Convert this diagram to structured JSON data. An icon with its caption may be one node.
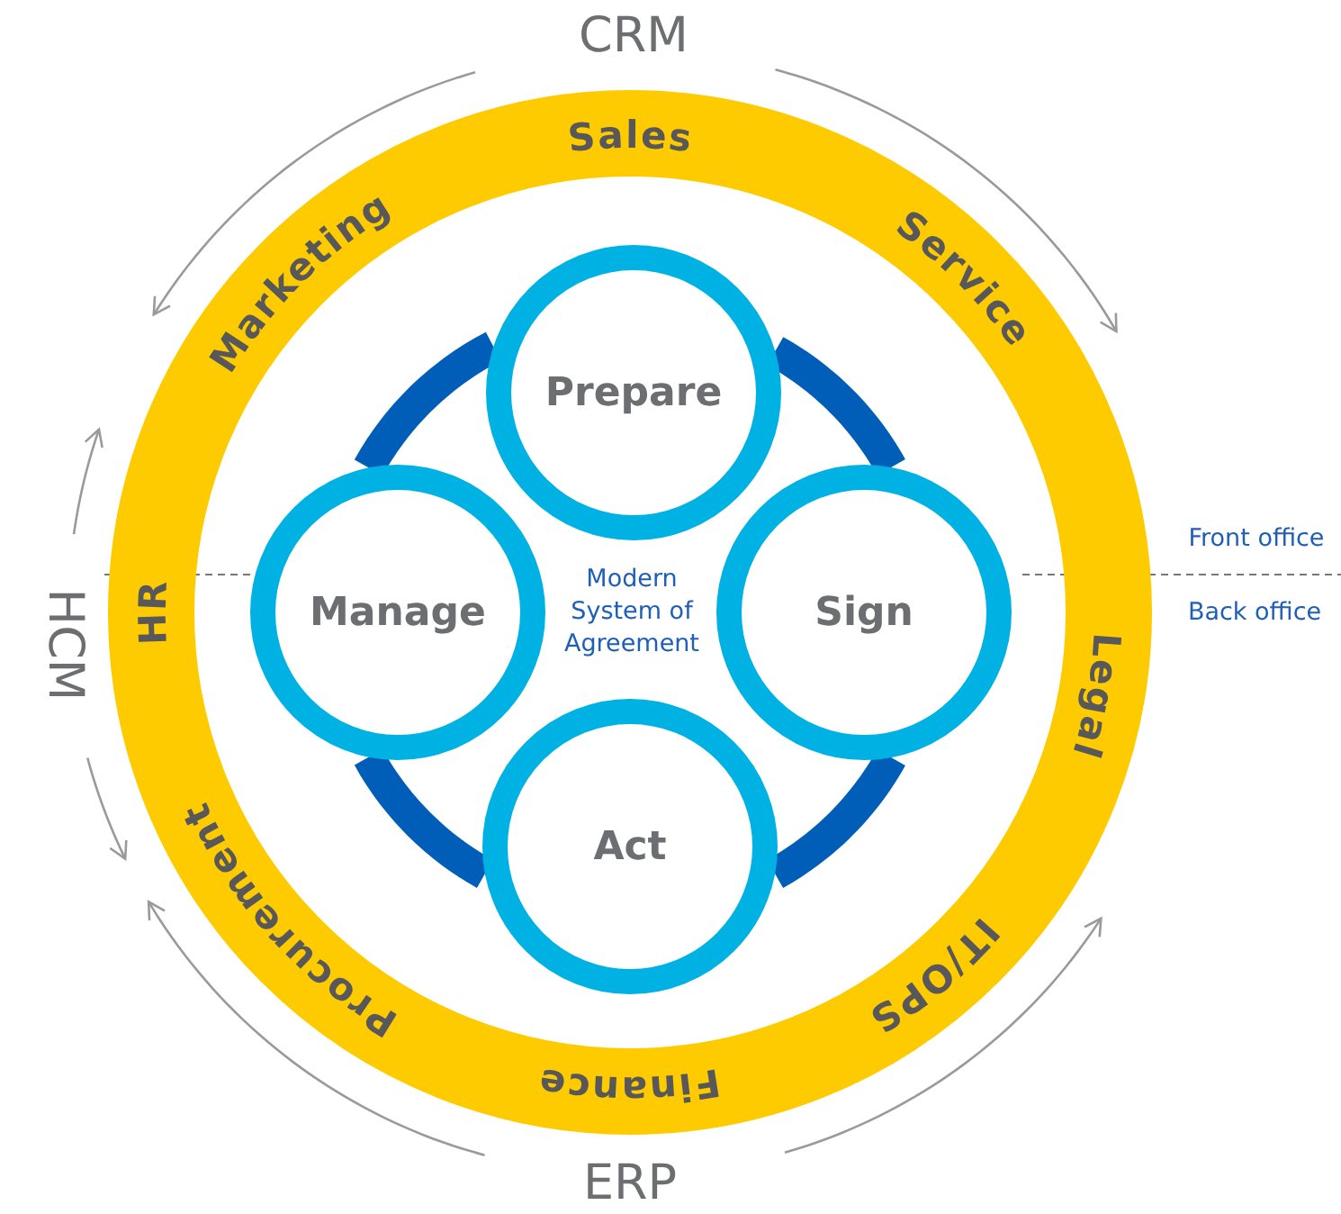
{
  "diagram": {
    "nodes": [
      {
        "text": [
          "Sales",
          "Service",
          "Legal",
          "IT/OPS",
          "Finance",
          "Procurement",
          "HR",
          "Marketing"
        ]
      },
      {
        "text": [
          "Prepare"
        ],
        "in": 0
      },
      {
        "text": [
          "Manage"
        ],
        "in": 0
      },
      {
        "text": [
          "Sign"
        ],
        "in": 0
      },
      {
        "text": [
          "Act"
        ],
        "in": 0
      }
    ],
    "edges": [
      {
        "from": 1,
        "to": 3,
        "arrow": "none"
      },
      {
        "from": 3,
        "to": 4,
        "arrow": "none"
      },
      {
        "from": 4,
        "to": 2,
        "arrow": "none"
      },
      {
        "from": 2,
        "to": 1,
        "arrow": "none"
      }
    ],
    "labels": [
      "CRM",
      "Front office",
      "HCM",
      "Modern System of Agreement",
      "Back office",
      "ERP"
    ]
  }
}
